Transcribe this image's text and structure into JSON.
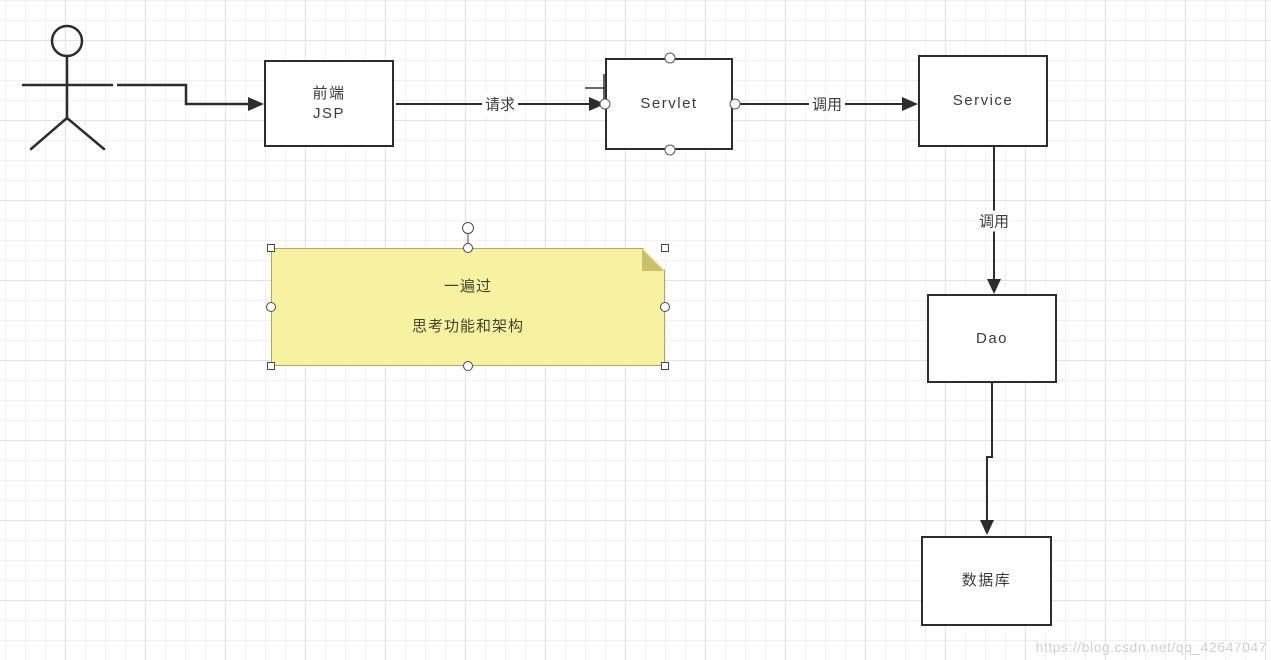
{
  "diagram": {
    "nodes": {
      "jsp": {
        "line1": "前端",
        "line2": "JSP"
      },
      "servlet": {
        "label": "Servlet"
      },
      "service": {
        "label": "Service"
      },
      "dao": {
        "label": "Dao"
      },
      "database": {
        "label": "数据库"
      }
    },
    "edges": {
      "actor_to_jsp_label": "",
      "jsp_to_servlet_label": "请求",
      "servlet_to_service_label": "调用",
      "service_to_dao_label": "调用"
    },
    "note": {
      "line1": "一遍过",
      "line2": "思考功能和架构"
    },
    "colors": {
      "line": "#2d2d2d",
      "node_border": "#2d2d2d",
      "note_fill": "#f7f2a1",
      "note_fold": "#c9bf6d",
      "note_border": "#b3a468",
      "grid_minor": "#f1f1f1",
      "grid_major": "#e2e2e2",
      "watermark": "#d0d0d0"
    }
  },
  "watermark": {
    "text": "https://blog.csdn.net/qq_42647047"
  }
}
